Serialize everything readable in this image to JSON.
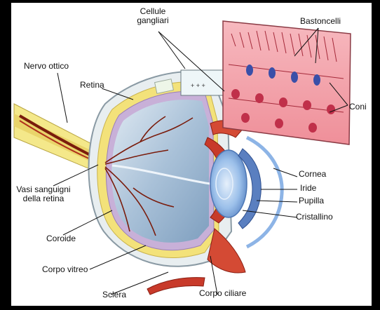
{
  "labels": {
    "cellule_gangliari": "Cellule\ngangliari",
    "bastoncelli": "Bastoncelli",
    "nervo_ottico": "Nervo ottico",
    "retina": "Retina",
    "coni": "Coni",
    "vasi_sanguigni": "Vasi sanguigni\ndella retina",
    "coroide": "Coroide",
    "corpo_vitreo": "Corpo vitreo",
    "sclera": "Sclera",
    "corpo_ciliare": "Corpo ciliare",
    "cornea": "Cornea",
    "iride": "Iride",
    "pupilla": "Pupilla",
    "cristallino": "Cristallino"
  },
  "colors": {
    "frame": "#000000",
    "background": "#ffffff",
    "sclera": "#e8eef0",
    "choroid": "#f3e27a",
    "retina": "#c8b0d8",
    "vitreous": "#9fb9d3",
    "cornea": "#8db4e6",
    "iris": "#5a7fc0",
    "muscle": "#c83a2a",
    "vessel": "#7a1c0c",
    "inset": "#f2a0a8"
  }
}
